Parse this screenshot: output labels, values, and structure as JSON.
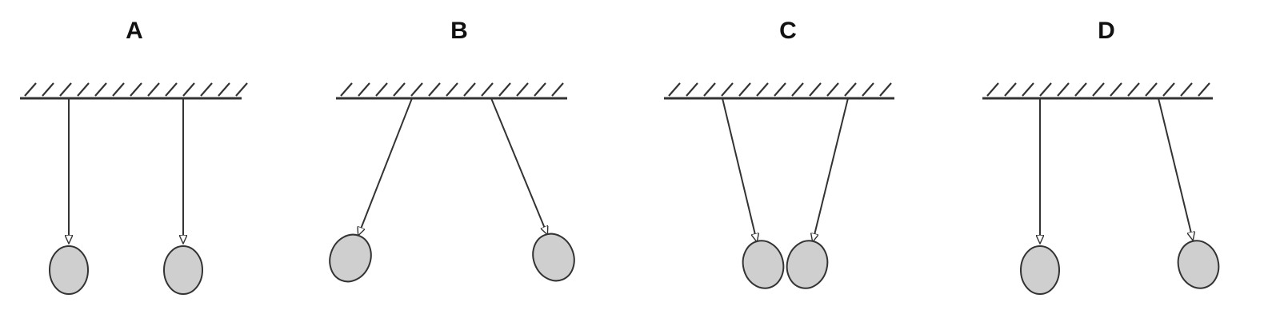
{
  "panels": [
    {
      "label": "A"
    },
    {
      "label": "B"
    },
    {
      "label": "C"
    },
    {
      "label": "D"
    }
  ],
  "colors": {
    "ball_fill": "#cfcfcf",
    "line": "#333333",
    "label": "#111111"
  }
}
